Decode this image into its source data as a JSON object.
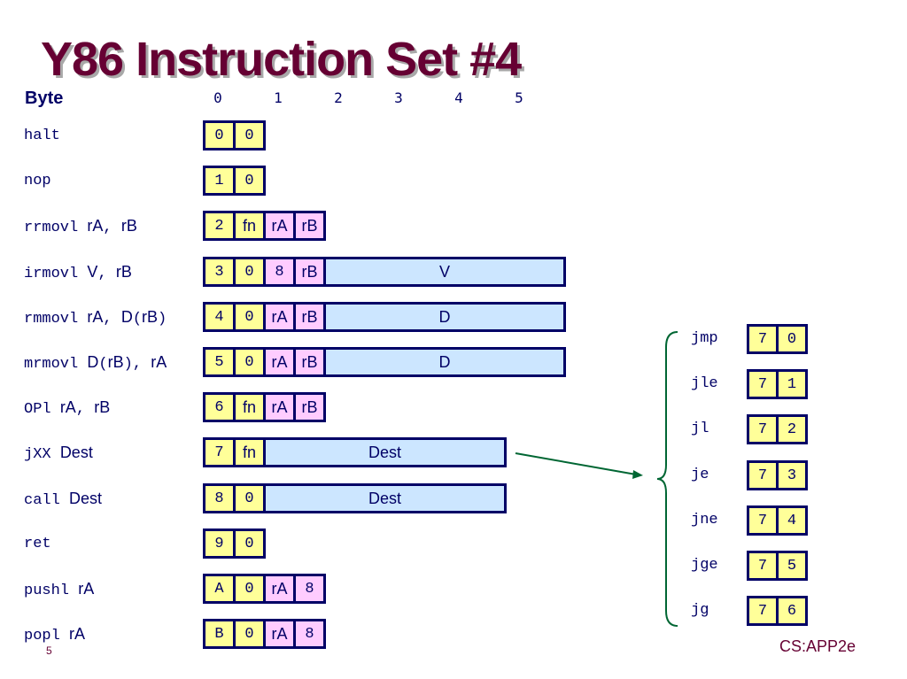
{
  "title": "Y86 Instruction Set #4",
  "byte_label": "Byte",
  "byte_columns": [
    "0",
    "1",
    "2",
    "3",
    "4",
    "5"
  ],
  "instructions": [
    {
      "mnemonic": "halt",
      "operands": [],
      "bytes": [
        {
          "t": "hx",
          "v": "0"
        },
        {
          "t": "hx",
          "v": "0"
        }
      ]
    },
    {
      "mnemonic": "nop",
      "operands": [],
      "bytes": [
        {
          "t": "hx",
          "v": "1"
        },
        {
          "t": "hx",
          "v": "0"
        }
      ]
    },
    {
      "mnemonic": "rrmovl",
      "operands": [
        {
          "k": "op",
          "v": "rA"
        },
        {
          "k": "pn",
          "v": ", "
        },
        {
          "k": "op",
          "v": "rB"
        }
      ],
      "bytes": [
        {
          "t": "hx",
          "v": "2"
        },
        {
          "t": "fn",
          "v": "fn"
        },
        {
          "t": "reg",
          "v": "rA"
        },
        {
          "t": "reg",
          "v": "rB"
        }
      ]
    },
    {
      "mnemonic": "irmovl",
      "operands": [
        {
          "k": "op",
          "v": "V"
        },
        {
          "k": "pn",
          "v": ", "
        },
        {
          "k": "op",
          "v": "rB"
        }
      ],
      "bytes": [
        {
          "t": "hx",
          "v": "3"
        },
        {
          "t": "hx",
          "v": "0"
        },
        {
          "t": "regnone",
          "v": "8"
        },
        {
          "t": "reg",
          "v": "rB"
        },
        {
          "t": "wide",
          "v": "V",
          "w": 274
        }
      ]
    },
    {
      "mnemonic": "rmmovl",
      "operands": [
        {
          "k": "op",
          "v": "rA"
        },
        {
          "k": "pn",
          "v": ", "
        },
        {
          "k": "op",
          "v": "D"
        },
        {
          "k": "pn",
          "v": "("
        },
        {
          "k": "op",
          "v": "rB"
        },
        {
          "k": "pn",
          "v": ")"
        }
      ],
      "bytes": [
        {
          "t": "hx",
          "v": "4"
        },
        {
          "t": "hx",
          "v": "0"
        },
        {
          "t": "reg",
          "v": "rA"
        },
        {
          "t": "reg",
          "v": "rB"
        },
        {
          "t": "wide",
          "v": "D",
          "w": 274
        }
      ]
    },
    {
      "mnemonic": "mrmovl",
      "operands": [
        {
          "k": "op",
          "v": "D"
        },
        {
          "k": "pn",
          "v": "("
        },
        {
          "k": "op",
          "v": "rB"
        },
        {
          "k": "pn",
          "v": "), "
        },
        {
          "k": "op",
          "v": "rA"
        }
      ],
      "bytes": [
        {
          "t": "hx",
          "v": "5"
        },
        {
          "t": "hx",
          "v": "0"
        },
        {
          "t": "reg",
          "v": "rA"
        },
        {
          "t": "reg",
          "v": "rB"
        },
        {
          "t": "wide",
          "v": "D",
          "w": 274
        }
      ]
    },
    {
      "mnemonic": "OPl",
      "operands": [
        {
          "k": "op",
          "v": "rA"
        },
        {
          "k": "pn",
          "v": ", "
        },
        {
          "k": "op",
          "v": "rB"
        }
      ],
      "bytes": [
        {
          "t": "hx",
          "v": "6"
        },
        {
          "t": "fn",
          "v": "fn"
        },
        {
          "t": "reg",
          "v": "rA"
        },
        {
          "t": "reg",
          "v": "rB"
        }
      ]
    },
    {
      "mnemonic": "jXX",
      "operands": [
        {
          "k": "op",
          "v": "Dest"
        }
      ],
      "bytes": [
        {
          "t": "hx",
          "v": "7"
        },
        {
          "t": "fn",
          "v": "fn"
        },
        {
          "t": "wide",
          "v": "Dest",
          "w": 275
        }
      ]
    },
    {
      "mnemonic": "call",
      "operands": [
        {
          "k": "op",
          "v": "Dest"
        }
      ],
      "bytes": [
        {
          "t": "hx",
          "v": "8"
        },
        {
          "t": "hx",
          "v": "0"
        },
        {
          "t": "wide",
          "v": "Dest",
          "w": 275
        }
      ]
    },
    {
      "mnemonic": "ret",
      "operands": [],
      "bytes": [
        {
          "t": "hx",
          "v": "9"
        },
        {
          "t": "hx",
          "v": "0"
        }
      ]
    },
    {
      "mnemonic": "pushl",
      "operands": [
        {
          "k": "op",
          "v": "rA"
        }
      ],
      "bytes": [
        {
          "t": "hx",
          "v": "A"
        },
        {
          "t": "hx",
          "v": "0"
        },
        {
          "t": "reg",
          "v": "rA"
        },
        {
          "t": "regnone",
          "v": "8"
        }
      ]
    },
    {
      "mnemonic": "popl",
      "operands": [
        {
          "k": "op",
          "v": "rA"
        }
      ],
      "bytes": [
        {
          "t": "hx",
          "v": "B"
        },
        {
          "t": "hx",
          "v": "0"
        },
        {
          "t": "reg",
          "v": "rA"
        },
        {
          "t": "regnone",
          "v": "8"
        }
      ]
    }
  ],
  "jump_variants": [
    {
      "mnemonic": "jmp",
      "code": "7",
      "fn": "0"
    },
    {
      "mnemonic": "jle",
      "code": "7",
      "fn": "1"
    },
    {
      "mnemonic": "jl",
      "code": "7",
      "fn": "2"
    },
    {
      "mnemonic": "je",
      "code": "7",
      "fn": "3"
    },
    {
      "mnemonic": "jne",
      "code": "7",
      "fn": "4"
    },
    {
      "mnemonic": "jge",
      "code": "7",
      "fn": "5"
    },
    {
      "mnemonic": "jg",
      "code": "7",
      "fn": "6"
    }
  ],
  "footer": "CS:APP2e",
  "slide_number": "5",
  "colors": {
    "title": "#660033",
    "text": "#000066",
    "opcode_cell": "#ffff99",
    "register_cell": "#ffccff",
    "constant_cell": "#cce6ff",
    "connector": "#006633"
  }
}
